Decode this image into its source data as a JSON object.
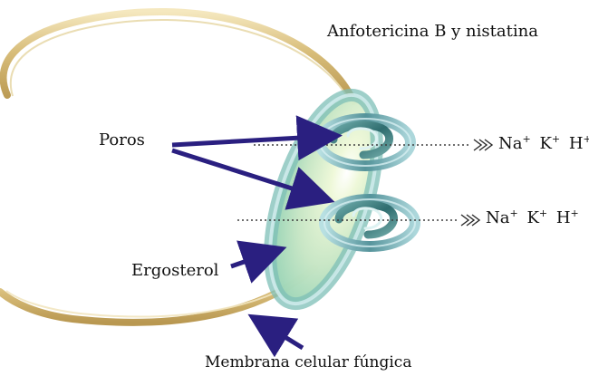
{
  "title": "Anfotericina B y nistatina",
  "labels": {
    "poros": "Poros",
    "ergosterol": "Ergosterol",
    "membrana": "Membrana celular fúngica"
  },
  "ions": {
    "row1": {
      "na": "Na",
      "na_charge": "+",
      "k": "K",
      "k_charge": "+",
      "h": "H",
      "h_charge": "+"
    },
    "row2": {
      "na": "Na",
      "na_charge": "+",
      "k": "K",
      "k_charge": "+",
      "h": "H",
      "h_charge": "+"
    }
  },
  "colors": {
    "membrane": "#c9ab67",
    "membrane_highlight": "#efe0a8",
    "oval_fill": "#9fd4b1",
    "oval_outline": "#7dbab1",
    "pore": "#2e6f71",
    "arrow": "#2a1f80",
    "dotted": "#3f3f3f"
  }
}
